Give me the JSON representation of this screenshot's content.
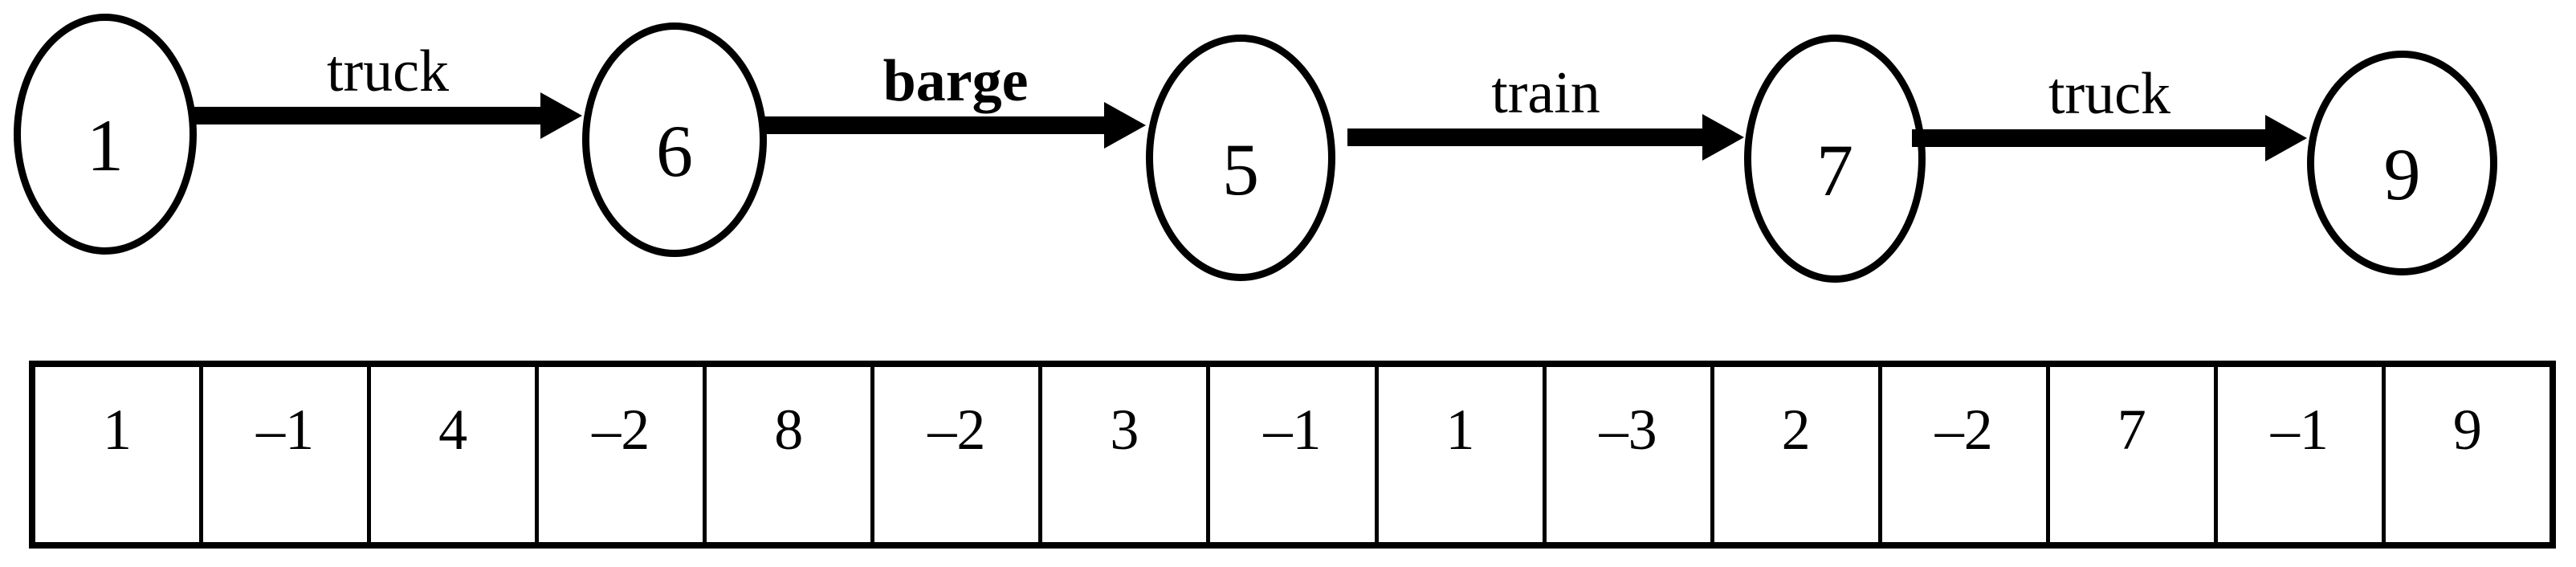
{
  "diagram": {
    "nodes": [
      {
        "label": "1"
      },
      {
        "label": "6"
      },
      {
        "label": "5"
      },
      {
        "label": "7"
      },
      {
        "label": "9"
      }
    ],
    "edges": [
      {
        "label": "truck",
        "bold": false
      },
      {
        "label": "barge",
        "bold": true
      },
      {
        "label": "train",
        "bold": false
      },
      {
        "label": "truck",
        "bold": false
      }
    ]
  },
  "table": {
    "cells": [
      "1",
      "–1",
      "4",
      "–2",
      "8",
      "–2",
      "3",
      "–1",
      "1",
      "–3",
      "2",
      "–2",
      "7",
      "–1",
      "9"
    ]
  },
  "colors": {
    "foreground": "#000000",
    "background": "#ffffff"
  }
}
